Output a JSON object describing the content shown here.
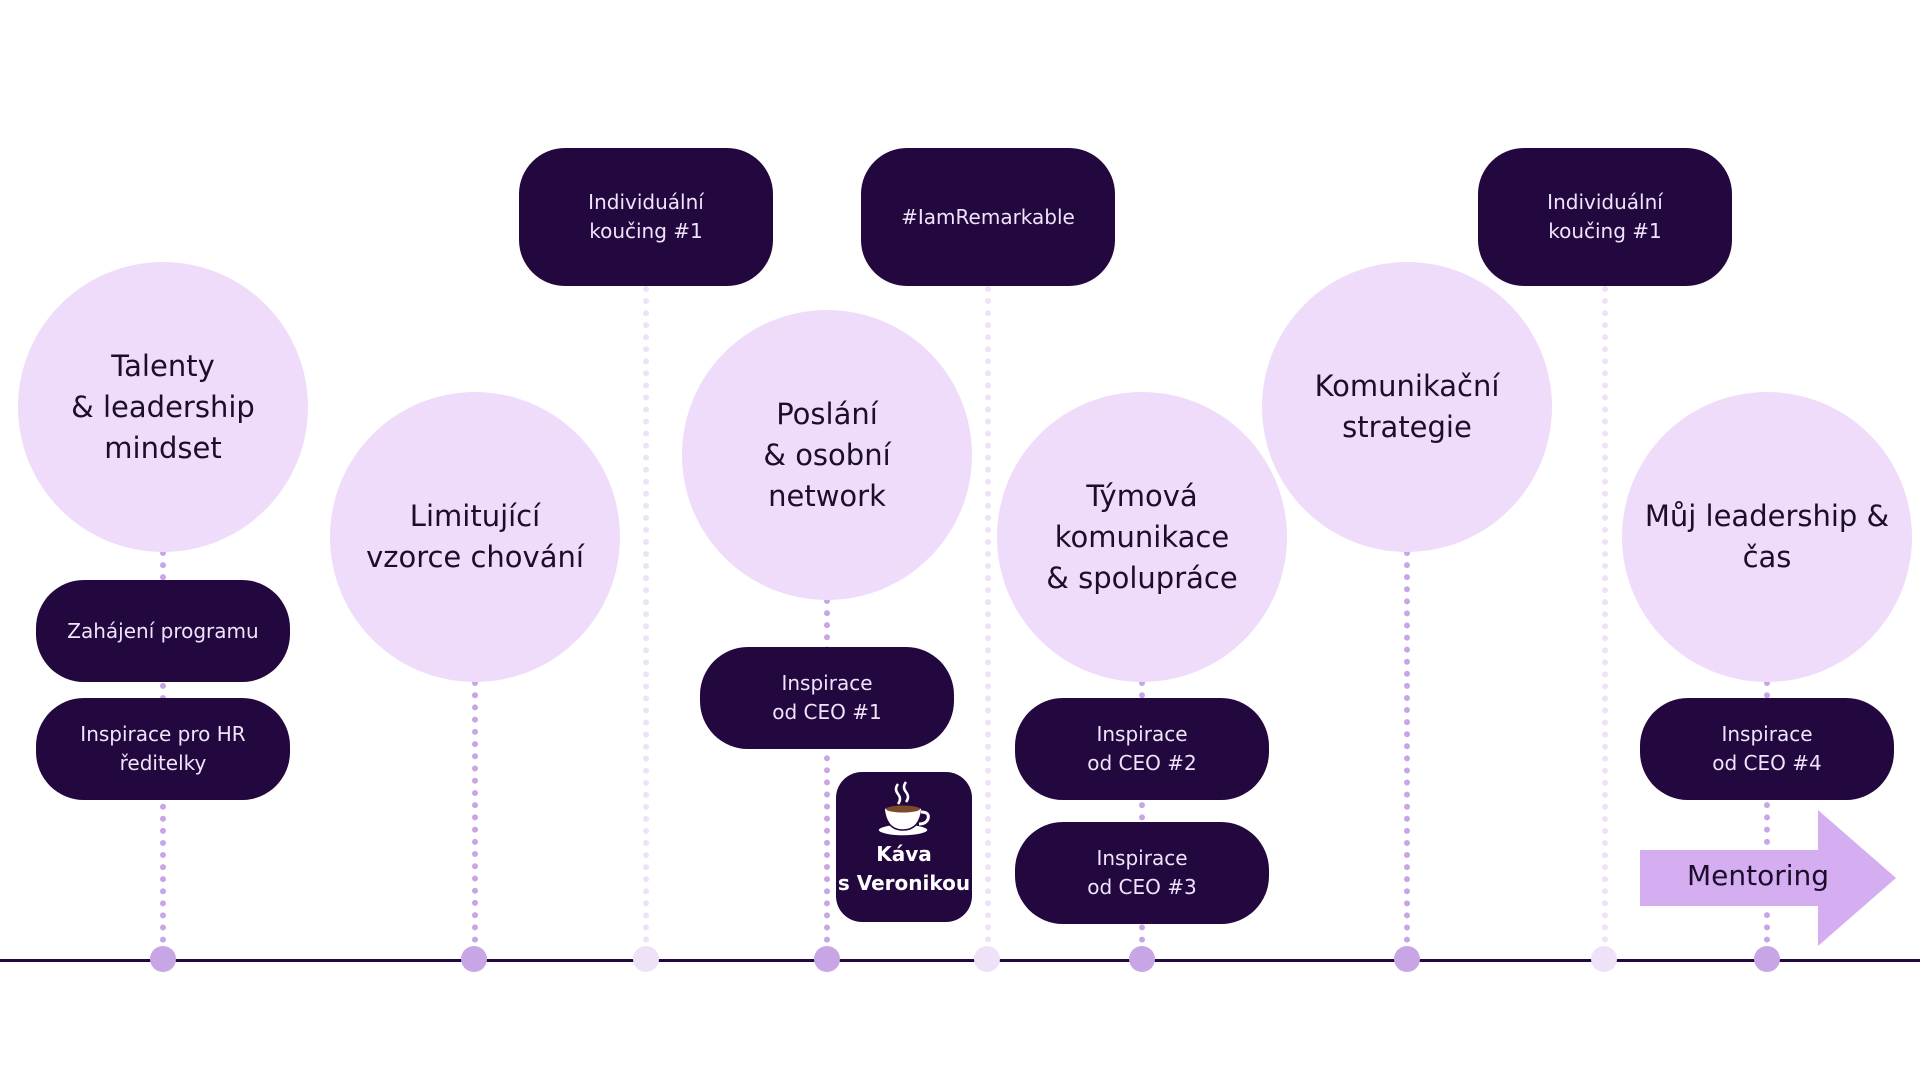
{
  "timeline": {
    "circles": [
      {
        "id": "talent",
        "text": "Talenty\n& leadership\nmindset"
      },
      {
        "id": "limit",
        "text": "Limitující\nvzorce chování"
      },
      {
        "id": "poslani",
        "text": "Poslání\n& osobní\nnetwork"
      },
      {
        "id": "tymova",
        "text": "Týmová\nkomunikace\n& spolupráce"
      },
      {
        "id": "komunikacni",
        "text": "Komunikační\nstrategie"
      },
      {
        "id": "leadership-cas",
        "text": "Můj leadership &\nčas"
      }
    ],
    "top_events": [
      {
        "id": "koucing-1a",
        "text": "Individuální\nkoučing #1"
      },
      {
        "id": "iamremarkable",
        "text": "#IamRemarkable"
      },
      {
        "id": "koucing-1b",
        "text": "Individuální\nkoučing #1"
      }
    ],
    "events": [
      {
        "id": "zahajeni",
        "text": "Zahájení programu"
      },
      {
        "id": "inspirace-hr",
        "text": "Inspirace pro HR\nředitelky"
      },
      {
        "id": "ceo-1",
        "text": "Inspirace\nod CEO #1"
      },
      {
        "id": "ceo-2",
        "text": "Inspirace\nod CEO #2"
      },
      {
        "id": "ceo-3",
        "text": "Inspirace\nod CEO #3"
      },
      {
        "id": "ceo-4",
        "text": "Inspirace\nod CEO #4"
      }
    ],
    "coffee": {
      "text": "Káva\ns Veronikou",
      "icon": "coffee-cup-icon"
    },
    "mentoring": {
      "label": "Mentoring",
      "icon": "arrow-right-icon"
    }
  },
  "colors": {
    "dark": "#23083f",
    "circle_fill": "#efdcfa",
    "connector": "#c8a6e6",
    "connector_light": "#efe1f8",
    "arrow_fill": "#d4aef0"
  }
}
